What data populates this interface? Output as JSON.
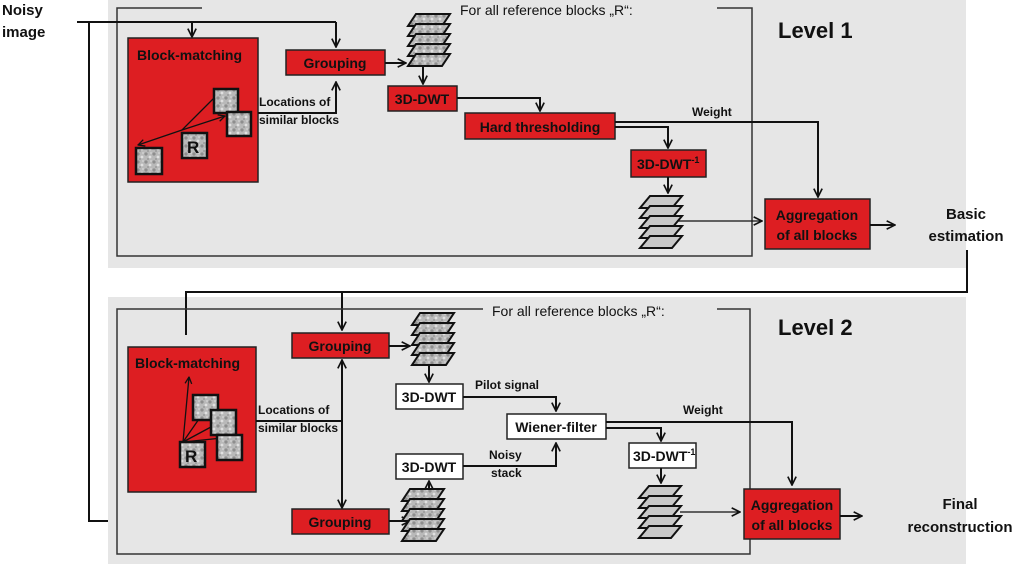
{
  "input": {
    "label_line1": "Noisy",
    "label_line2": "image"
  },
  "level1": {
    "title": "Level 1",
    "loop_label": "For all reference blocks „R“:",
    "block_matching": "Block-matching",
    "reference_block": "R",
    "locations_line1": "Locations of",
    "locations_line2": "similar blocks",
    "grouping": "Grouping",
    "transform": "3D-DWT",
    "hard_thresholding": "Hard thresholding",
    "weight": "Weight",
    "inverse_transform": "3D-DWT",
    "inverse_sup": "-1",
    "aggregation_line1": "Aggregation",
    "aggregation_line2": "of all blocks"
  },
  "intermediate": {
    "label_line1": "Basic",
    "label_line2": "estimation"
  },
  "level2": {
    "title": "Level 2",
    "loop_label": "For all reference blocks „R“:",
    "block_matching": "Block-matching",
    "reference_block": "R",
    "locations_line1": "Locations of",
    "locations_line2": "similar blocks",
    "grouping_top": "Grouping",
    "grouping_bottom": "Grouping",
    "transform_top": "3D-DWT",
    "transform_bottom": "3D-DWT",
    "pilot_signal": "Pilot signal",
    "noisy_stack_line1": "Noisy",
    "noisy_stack_line2": "stack",
    "wiener_filter": "Wiener-filter",
    "weight": "Weight",
    "inverse_transform": "3D-DWT",
    "inverse_sup": "-1",
    "aggregation_line1": "Aggregation",
    "aggregation_line2": "of all blocks"
  },
  "output": {
    "label_line1": "Final",
    "label_line2": "reconstruction"
  },
  "colors": {
    "process_red": "#dd1e22",
    "panel_gray": "#e6e6e6",
    "line": "#111111"
  }
}
